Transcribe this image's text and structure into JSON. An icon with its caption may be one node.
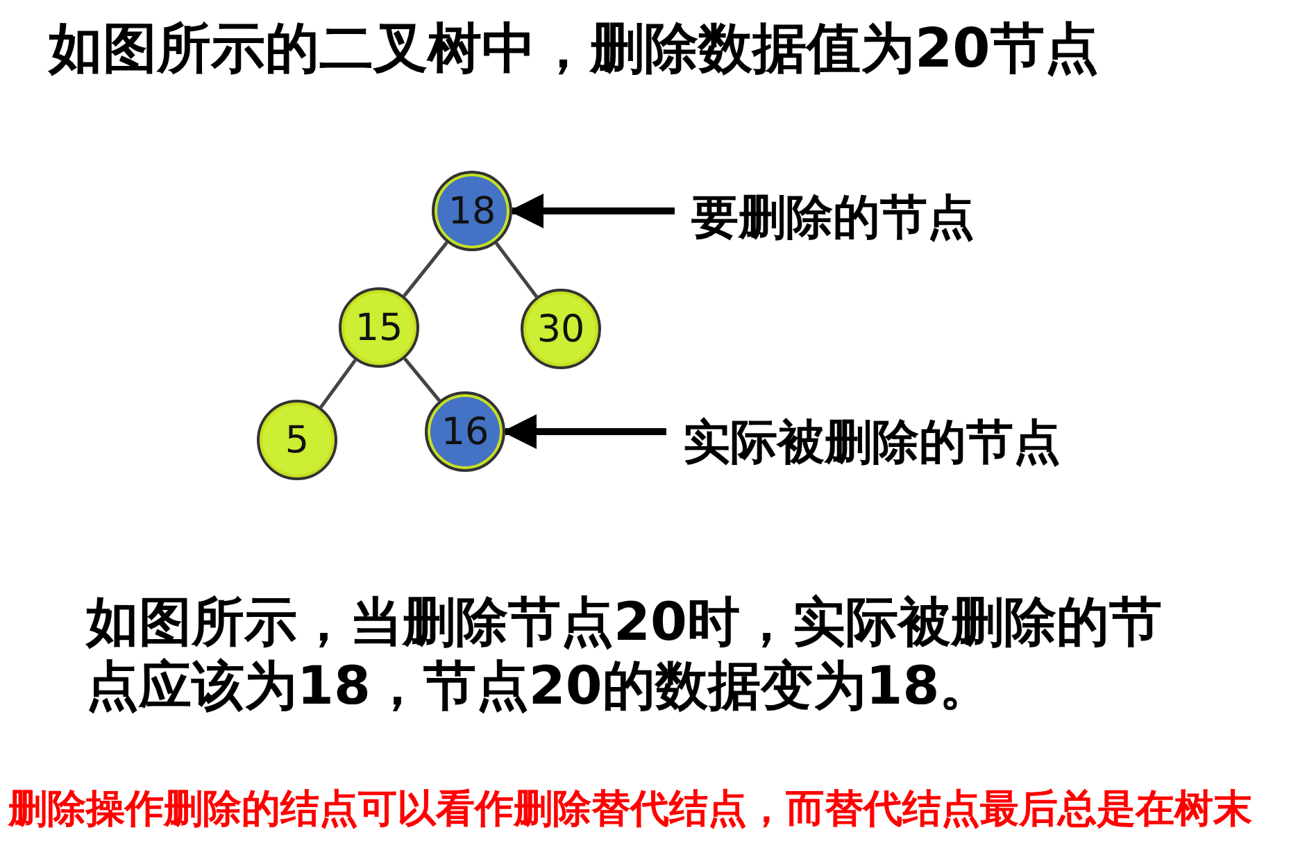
{
  "diagram": {
    "title": "如图所示的二叉树中，删除数据值为20节点",
    "nodes": [
      {
        "text": [
          "18"
        ]
      },
      {
        "text": [
          "15"
        ]
      },
      {
        "text": [
          "30"
        ]
      },
      {
        "text": [
          "5"
        ]
      },
      {
        "text": [
          "16"
        ]
      },
      {
        "text": [
          "要删除的节点"
        ]
      },
      {
        "text": [
          "实际被删除的节点"
        ]
      }
    ],
    "edges": [
      {
        "from": 0,
        "to": 1,
        "arrow": "none"
      },
      {
        "from": 0,
        "to": 2,
        "arrow": "none"
      },
      {
        "from": 1,
        "to": 3,
        "arrow": "none"
      },
      {
        "from": 1,
        "to": 4,
        "arrow": "none"
      },
      {
        "from": 5,
        "to": 0,
        "arrow": "to",
        "style": "thick"
      },
      {
        "from": 6,
        "to": 4,
        "arrow": "to",
        "style": "thick"
      }
    ],
    "labels": [
      "如图所示，当删除节点20时，实际被删除的节点应该为18，节点20的数据变为18。",
      "删除操作删除的结点可以看作删除替代结点，而替代结点最后总是在树末"
    ]
  }
}
